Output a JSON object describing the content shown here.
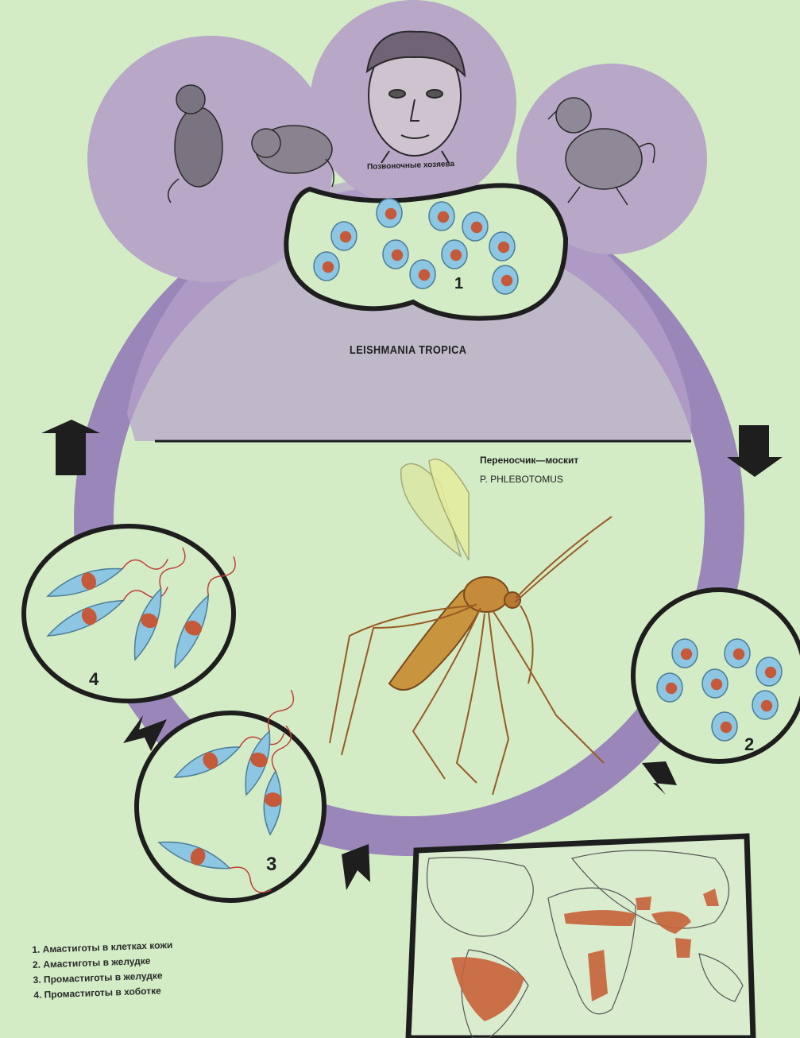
{
  "title": "LEISHMANIA TROPICA",
  "hosts_label": "Позвоночные хозяева",
  "vector": {
    "line1": "Переносчик—москит",
    "line2": "P. PHLEBOTOMUS"
  },
  "stage_numbers": [
    "1",
    "2",
    "3",
    "4"
  ],
  "legend": [
    "1. Амастиготы в клетках кожи",
    "2. Амастиготы в желудке",
    "3. Промастиготы в желудке",
    "4. Промастиготы в хоботке"
  ],
  "colors": {
    "background": "#d3ecc6",
    "cycle_ring": "#9a86b9",
    "host_circles": "#b8a7c6",
    "cell": "#8cc6e2",
    "nucleus": "#c55a3a",
    "endemic_area": "#c8623a"
  }
}
